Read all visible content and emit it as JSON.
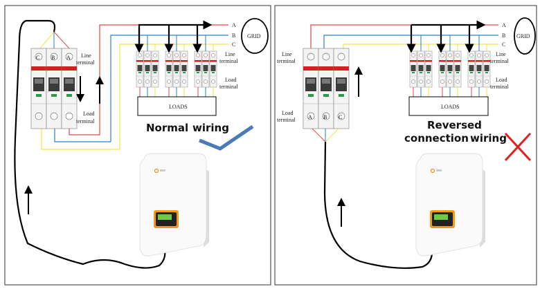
{
  "panels": [
    {
      "id": "normal",
      "caption_line1": "Normal",
      "caption_line2": "wiring",
      "status_icon": "check-icon",
      "status_color": "#4a7bb7",
      "main_breaker": {
        "top_labels": [
          "C",
          "B",
          "A"
        ],
        "bottom_labels": [
          "",
          "",
          ""
        ],
        "line_terminal_label": "Line\nterminal",
        "load_terminal_label": "Load\nterminal"
      }
    },
    {
      "id": "reversed",
      "caption_line1": "Reversed",
      "caption_line2": "connection  wiring",
      "status_icon": "cross-icon",
      "status_color": "#e02020",
      "main_breaker": {
        "top_labels": [
          "",
          "",
          ""
        ],
        "bottom_labels": [
          "A",
          "B",
          "C"
        ],
        "line_terminal_label": "Line\nterminal",
        "load_terminal_label": "Load\nterminal"
      }
    }
  ],
  "labels": {
    "phase_a": "A",
    "phase_b": "B",
    "phase_c": "C",
    "grid": "GRID",
    "loads": "LOADS",
    "line_terminal_1": "Line",
    "line_terminal_2": "terminal",
    "load_terminal_1": "Load",
    "load_terminal_2": "terminal",
    "normal_title_1": "Normal",
    "normal_title_2": "wiring",
    "reversed_title_1": "Reversed",
    "reversed_title_2a": "connection",
    "reversed_title_2b": "wiring"
  },
  "colors": {
    "phase_a": "#e04848",
    "phase_b": "#2a7fc0",
    "phase_c": "#f2e640",
    "check": "#4a7bb7",
    "cross": "#e02020",
    "breaker_red": "#d42020"
  }
}
